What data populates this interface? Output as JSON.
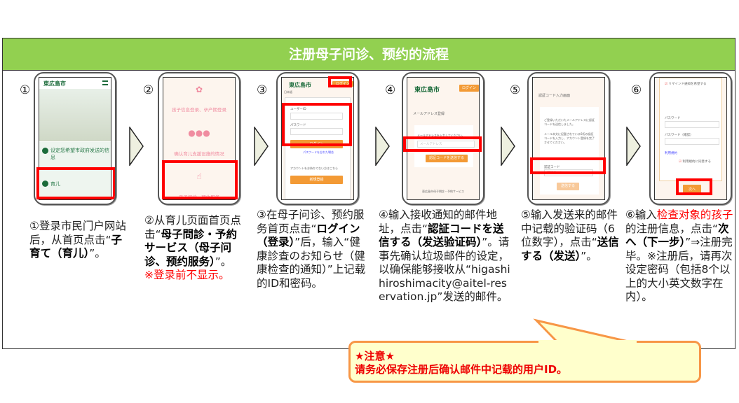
{
  "title": "注册母子问诊、预约的流程",
  "steps": [
    {
      "num": "①",
      "screen": {
        "logo": "東広島市",
        "topic1": "设定您希望市政府发送的信息",
        "topic2": "育儿"
      },
      "text": {
        "a": "①登录市民门户网站后，从首页点击“",
        "b": "子育て（育儿）",
        "c": "”。"
      }
    },
    {
      "num": "②",
      "screen": {
        "item1": "孩子信息登录、孕产期登录",
        "item2": "确认育儿支援设施的情况",
        "item3": "母子问诊、预约服务"
      },
      "text": {
        "a": "②从育儿页面首页点击“",
        "b": "母子問診・予約サービス（母子问诊、预约服务）",
        "c": "”。",
        "note": "※登录前不显示。"
      }
    },
    {
      "num": "③",
      "screen": {
        "logo": "東広島市",
        "login_btn": "ログイン",
        "lang": "日本語",
        "user_id": "ユーザーID",
        "password": "パスワード",
        "login": "ログイン",
        "forgot": "パスワードを忘れた場合",
        "no_account": "アカウントをお持ちでない方はこちら",
        "register": "新規登録"
      },
      "text": {
        "a": "③在母子问诊、预约服务首页点击“",
        "b": "ログイン（登录）",
        "c": "”后，输入“健康診査のお知らせ（健康检查的通知）”上记载的ID和密码。"
      }
    },
    {
      "num": "④",
      "screen": {
        "logo": "東広島市",
        "login_btn": "ログイン",
        "heading": "メールアドレス登録",
        "prompt": "メールアドレスを入力してください。",
        "placeholder": "メールアドレス",
        "send": "認証コードを送信する",
        "footer": "東広島市母子問診・予約サービス"
      },
      "text": {
        "a": "④输入接收通知的邮件地址，点击“",
        "b": "認証コードを送信する（发送验证码）",
        "c": "”。请事先确认垃圾邮件的设定，以确保能够接收从“higashihiroshimacity@aitel-reservation.jp”发送的邮件。"
      }
    },
    {
      "num": "⑤",
      "screen": {
        "heading": "認証コード入力画面",
        "msg1": "ご登録いただいたメールアドレスに認証コードを送信しました。",
        "msg2": "メール本文に記載されている6桁の認証コードを入力し、アカウント登録を完了させてください。",
        "label": "認証コード",
        "placeholder": "認証コード",
        "send": "送信する"
      },
      "text": {
        "a": "⑤输入发送来的邮件中记载的验证码（6位数字），点击“",
        "b": "送信する（发送）",
        "c": "”。"
      }
    },
    {
      "num": "⑥",
      "screen": {
        "remind": "リマインド通知を希望する",
        "pw": "パスワード",
        "pw2": "パスワード（確認）",
        "terms": "利用規約",
        "agree": "利用規約に同意する",
        "next": "次へ"
      },
      "text": {
        "a": "⑥输入",
        "red": "检查对象的孩子",
        "a2": "的注册信息，点击“",
        "b": "次へ（下一步）",
        "c": "”⇒注册完毕。※注册后，请再次设定密码（包括8个以上的大小英文数字在内）。"
      }
    }
  ],
  "notice": {
    "line1": "★注意★",
    "line2": "请务必保存注册后确认邮件中记载的用户ID。"
  }
}
